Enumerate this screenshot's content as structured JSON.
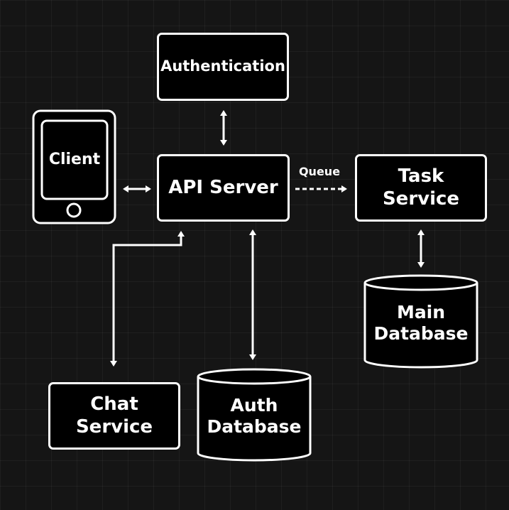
{
  "nodes": {
    "authentication": "Authentication",
    "client": "Client",
    "api_server": "API Server",
    "task_service": "Task Service",
    "main_database": "Main Database",
    "chat_service": "Chat Service",
    "auth_database": "Auth Database"
  },
  "edges": {
    "queue_label": "Queue"
  },
  "colors": {
    "background": "#151515",
    "stroke": "#ffffff",
    "fill": "#000000"
  }
}
